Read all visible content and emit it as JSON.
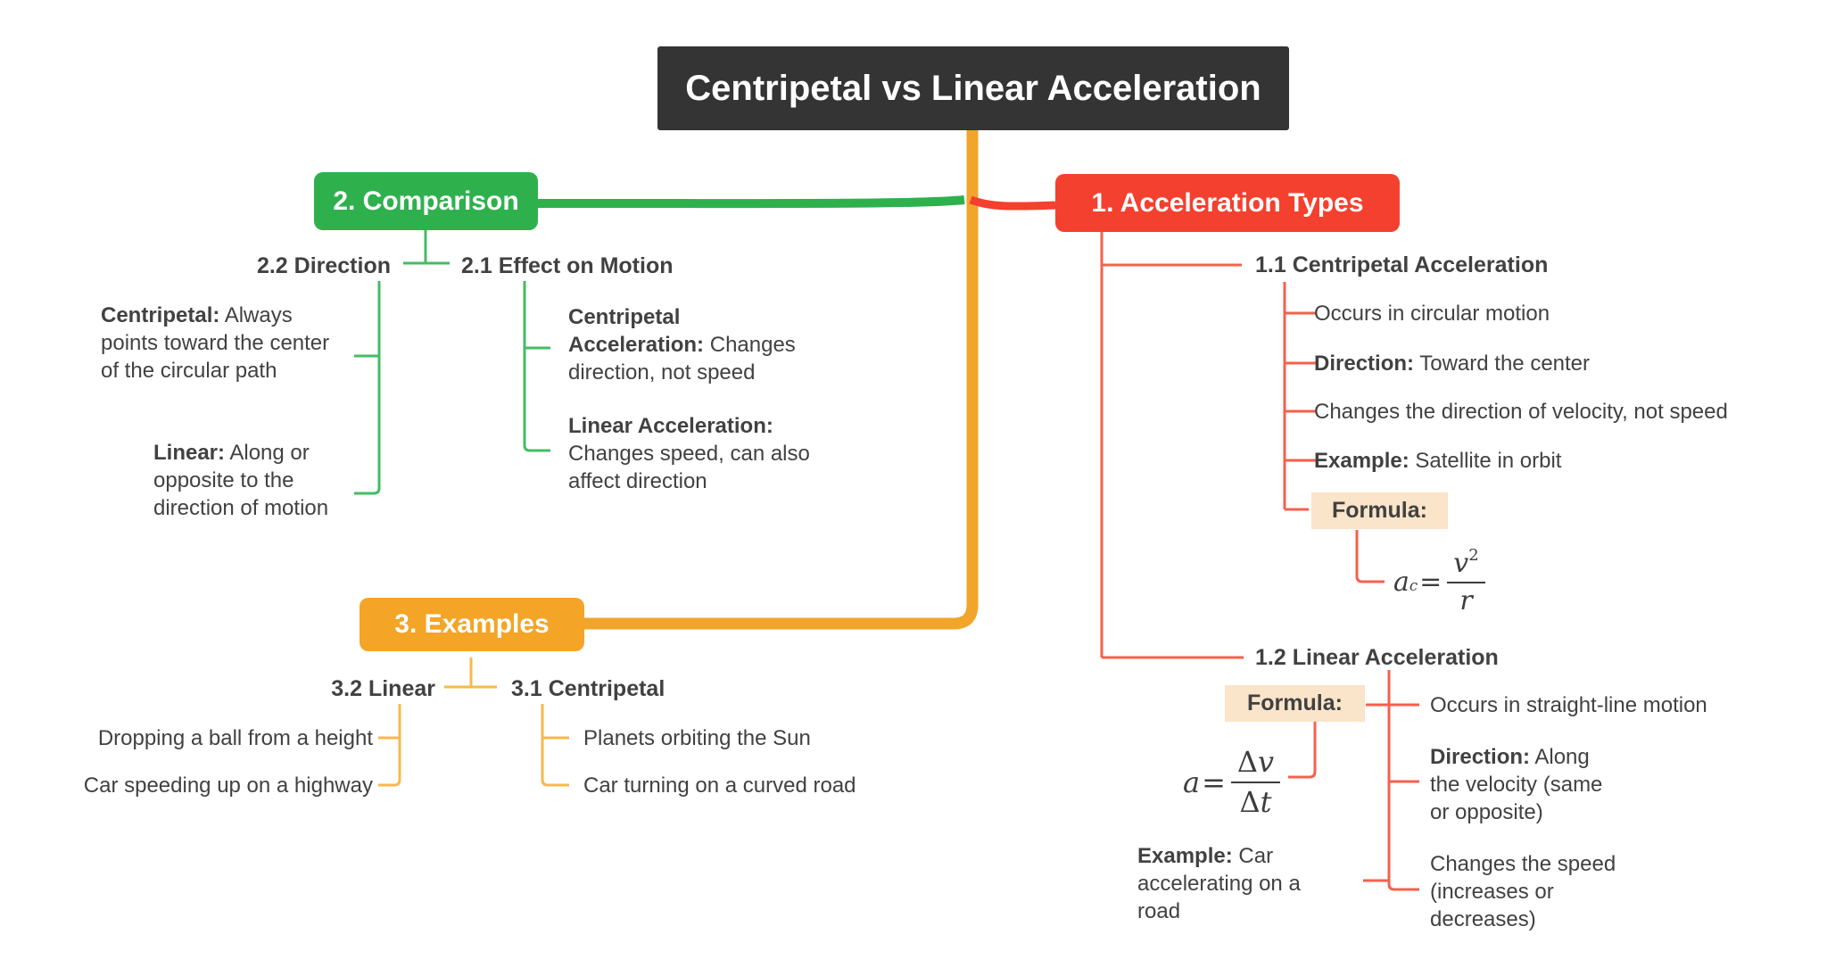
{
  "title": {
    "label": "Centripetal vs Linear Acceleration"
  },
  "colors": {
    "root_bg": "#343434",
    "branch1_red": "#F4402E",
    "branch2_green": "#2EB14D",
    "branch3_yellow": "#F4A426",
    "formula_chip_bg": "#FAE4CA",
    "text": "#414141"
  },
  "branches": {
    "acceleration_types": {
      "label": "1. Acceleration Types",
      "centripetal": {
        "label": "1.1 Centripetal Acceleration",
        "items": [
          {
            "bold": "",
            "text": "Occurs in circular motion"
          },
          {
            "bold": "Direction:",
            "text": " Toward the center"
          },
          {
            "bold": "",
            "text": "Changes the direction of velocity, not speed"
          },
          {
            "bold": "Example:",
            "text": " Satellite in orbit"
          }
        ],
        "formula_label": "Formula:",
        "formula": {
          "var": "a",
          "sub": "c",
          "equals": "=",
          "num_var": "v",
          "num_exp": "2",
          "den": "r"
        }
      },
      "linear": {
        "label": "1.2 Linear Acceleration",
        "formula_label": "Formula:",
        "formula": {
          "var": "a",
          "equals": "=",
          "num_sym": "Δ",
          "num_var": "v",
          "den_sym": "Δ",
          "den_var": "t"
        },
        "items": [
          {
            "bold": "",
            "text": "Occurs in straight-line motion"
          },
          {
            "bold": "Direction:",
            "text": " Along the velocity (same or opposite)"
          },
          {
            "bold": "",
            "text": "Changes the speed (increases or decreases)"
          },
          {
            "bold": "Example:",
            "text": " Car accelerating on a road"
          }
        ]
      }
    },
    "comparison": {
      "label": "2. Comparison",
      "effect_on_motion": {
        "label": "2.1 Effect on Motion",
        "items": [
          {
            "bold": "Centripetal Acceleration:",
            "text": " Changes direction, not speed"
          },
          {
            "bold": "Linear Acceleration:",
            "text": " Changes speed, can also affect direction"
          }
        ]
      },
      "direction": {
        "label": "2.2 Direction",
        "items": [
          {
            "bold": "Centripetal:",
            "text": " Always points toward the center of the circular path"
          },
          {
            "bold": "Linear:",
            "text": " Along or opposite to the direction of motion"
          }
        ]
      }
    },
    "examples": {
      "label": "3. Examples",
      "centripetal": {
        "label": "3.1 Centripetal",
        "items": [
          {
            "bold": "",
            "text": "Planets orbiting the Sun"
          },
          {
            "bold": "",
            "text": "Car turning on a curved road"
          }
        ]
      },
      "linear": {
        "label": "3.2 Linear",
        "items": [
          {
            "bold": "",
            "text": "Dropping a ball from a height"
          },
          {
            "bold": "",
            "text": "Car speeding up on a highway"
          }
        ]
      }
    }
  }
}
